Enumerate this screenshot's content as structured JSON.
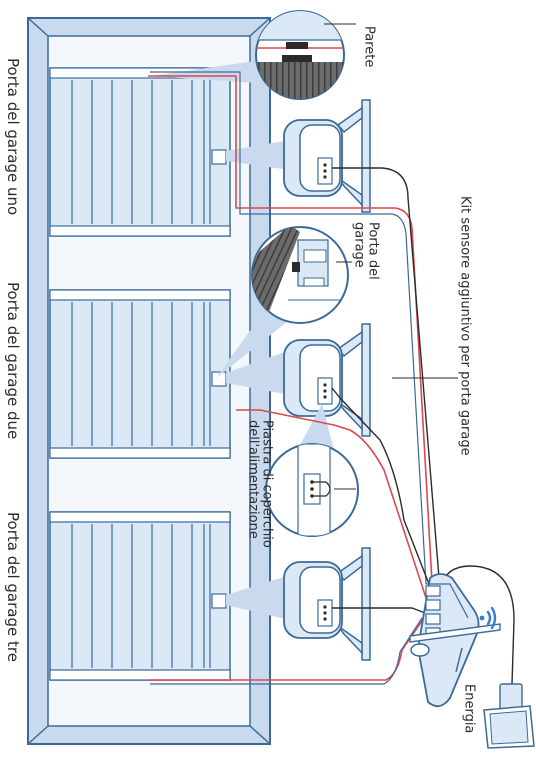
{
  "labels": {
    "door_one": "Porta del garage uno",
    "door_two": "Porta del garage due",
    "door_three": "Porta del garage tre",
    "wall": "Parete",
    "door_detail": "Porta del garage",
    "kit": "Kit sensore aggiuntivo per porta garage",
    "cover_plate": "Piastra di coperchio dell'alimentazione",
    "power": "Energia"
  },
  "colors": {
    "outline": "#3b6a99",
    "fill_light": "#dbe8f6",
    "fill_mid": "#c9daee",
    "wire_red": "#d9494d",
    "wire_dark": "#2b2b2b",
    "hatch": "#5d5d5d"
  },
  "icons": [
    "wifi-icon",
    "power-adapter-icon",
    "antenna-icon"
  ]
}
